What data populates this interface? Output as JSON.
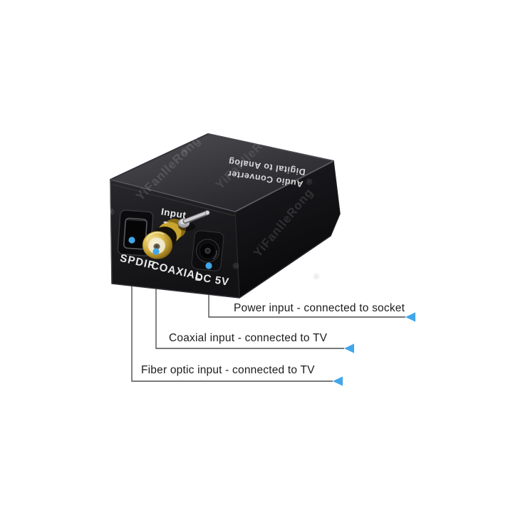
{
  "device": {
    "top_print": {
      "line1": "Digital to Analog",
      "line2": "Audio Converter"
    },
    "front_labels": {
      "spdif": "SPDIF",
      "coaxial": "COAXIAL",
      "dc": "DC 5V",
      "input": "Input",
      "input_switch_glyph": "◂▸"
    }
  },
  "annotations": [
    {
      "label": "Fiber optic input - connected to TV"
    },
    {
      "label": "Coaxial input - connected to TV"
    },
    {
      "label": "Power input - connected to socket"
    }
  ],
  "watermark": {
    "text": "YiFanlleRong",
    "registered": "®"
  },
  "colors": {
    "accent_blue": "#42a6ea",
    "line_gray": "#4f4f4f",
    "gold": "#c9a42e",
    "annotation_text": "#1c1c1c"
  }
}
